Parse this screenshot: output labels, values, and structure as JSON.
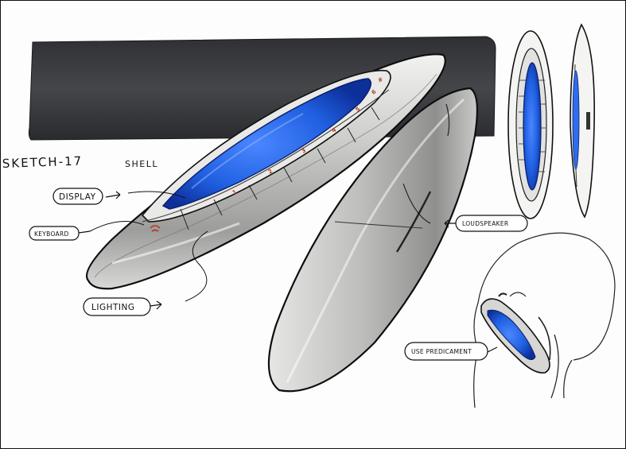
{
  "sketch_title": "SKETCH-17",
  "shell_label": "SHELL",
  "callouts": {
    "display": "DISPLAY",
    "keyboard": "KEYBOARD",
    "lighting": "LIGHTING",
    "loudspeaker": "LOUDSPEAKER",
    "use_predicament": "USE PREDICAMENT"
  },
  "keys": [
    "1",
    "2",
    "3",
    "4",
    "5",
    "6",
    "#"
  ],
  "colors": {
    "screen_blue": "#1f5fe0",
    "dark_marker": "#3a3b3e",
    "shell_grey": "#b7b7b5",
    "key_red": "#b23a1e"
  }
}
